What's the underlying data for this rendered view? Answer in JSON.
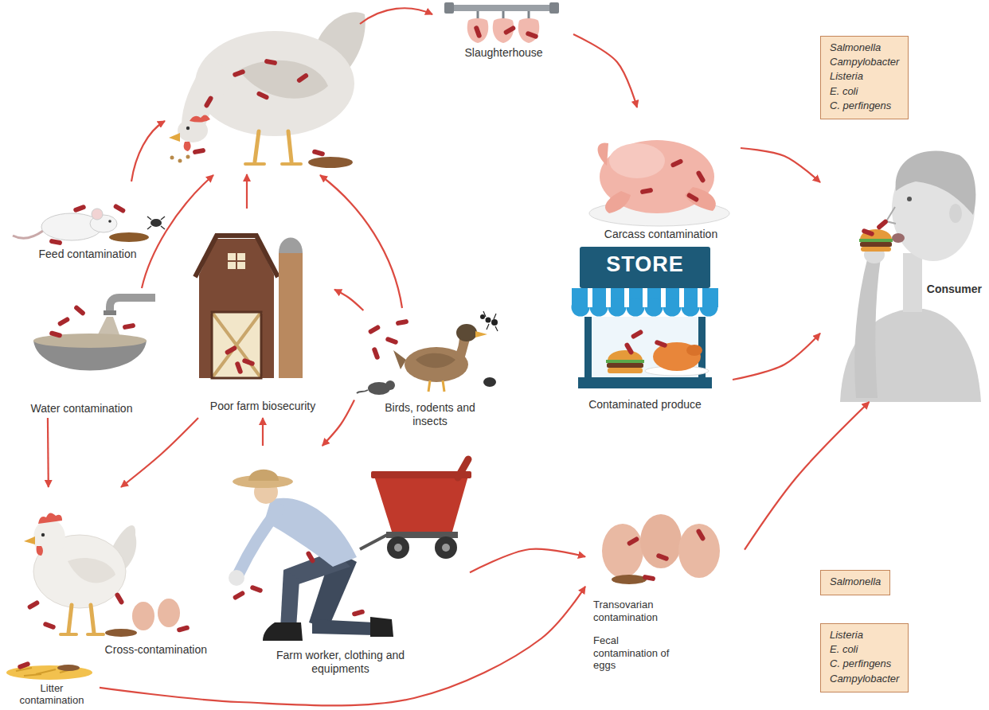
{
  "diagram": {
    "nodes": [
      {
        "text": [
          "Slaughterhouse"
        ]
      },
      {
        "text": [
          "Salmonella",
          "Campylobacter",
          "Listeria",
          "E. coli",
          "C. perfingens"
        ]
      },
      {
        "text": [
          "Carcass contamination"
        ]
      },
      {
        "text": [
          "Feed contamination"
        ]
      },
      {
        "text": [
          "STORE",
          "Contaminated produce"
        ]
      },
      {
        "text": [
          "Consumer"
        ]
      },
      {
        "text": [
          "Water contamination"
        ]
      },
      {
        "text": [
          "Poor farm biosecurity"
        ]
      },
      {
        "text": [
          "Birds, rodents and insects"
        ]
      },
      {
        "text": [
          "Salmonella"
        ]
      },
      {
        "text": [
          "Transovarian contamination",
          "Fecal contamination of eggs"
        ]
      },
      {
        "text": [
          "Listeria",
          "E. coli",
          "C. perfingens",
          "Campylobacter"
        ]
      },
      {
        "text": [
          "Cross-contamination"
        ]
      },
      {
        "text": [
          "Farm worker, clothing and equipments"
        ]
      },
      {
        "text": [
          "Litter contamination"
        ]
      }
    ],
    "edges": [
      {
        "from": 0,
        "to": 2,
        "arrow": "to"
      },
      {
        "from": 2,
        "to": 5,
        "arrow": "to"
      },
      {
        "from": 4,
        "to": 5,
        "arrow": "to"
      },
      {
        "from": 8,
        "to": 7,
        "arrow": "to"
      },
      {
        "from": 8,
        "to": 13,
        "arrow": "to"
      },
      {
        "from": 6,
        "to": 12,
        "arrow": "to"
      },
      {
        "from": 7,
        "to": 12,
        "arrow": "to"
      },
      {
        "from": 13,
        "to": 7,
        "arrow": "to"
      },
      {
        "from": 13,
        "to": 10,
        "arrow": "to"
      },
      {
        "from": 14,
        "to": 10,
        "arrow": "to"
      },
      {
        "from": 10,
        "to": 5,
        "arrow": "to"
      }
    ]
  }
}
